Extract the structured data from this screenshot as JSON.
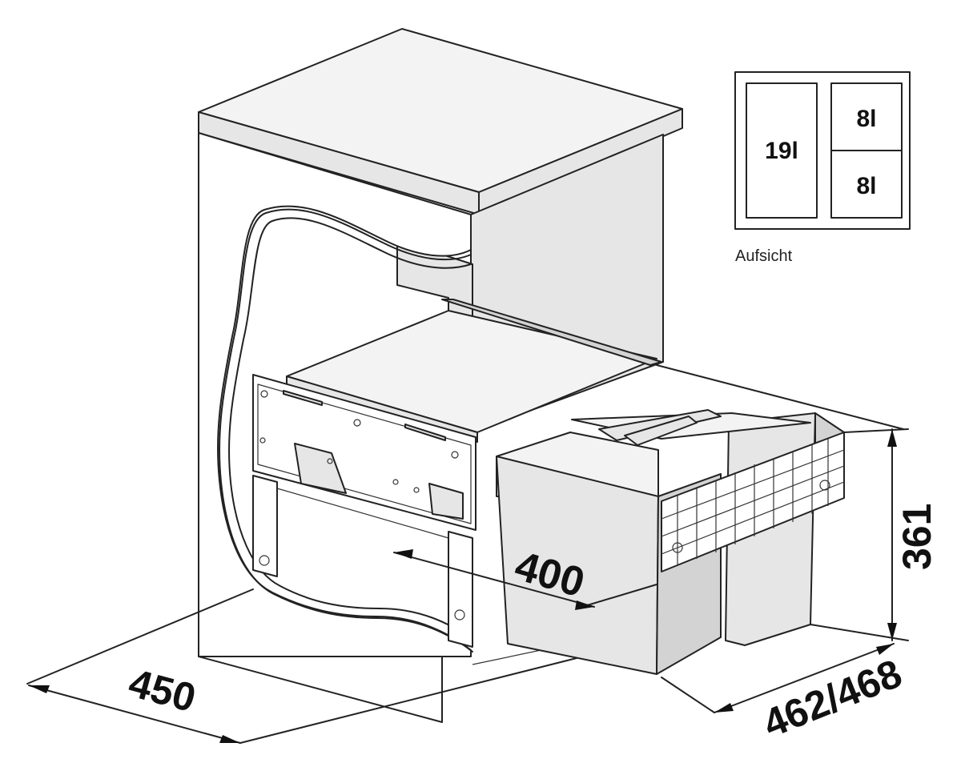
{
  "dimensions": {
    "drawer_depth": "400",
    "cabinet_depth": "450",
    "width": "462/468",
    "height": "361"
  },
  "top_view": {
    "caption": "Aufsicht",
    "bins": [
      {
        "label": "19l"
      },
      {
        "label": "8l"
      },
      {
        "label": "8l"
      }
    ]
  }
}
